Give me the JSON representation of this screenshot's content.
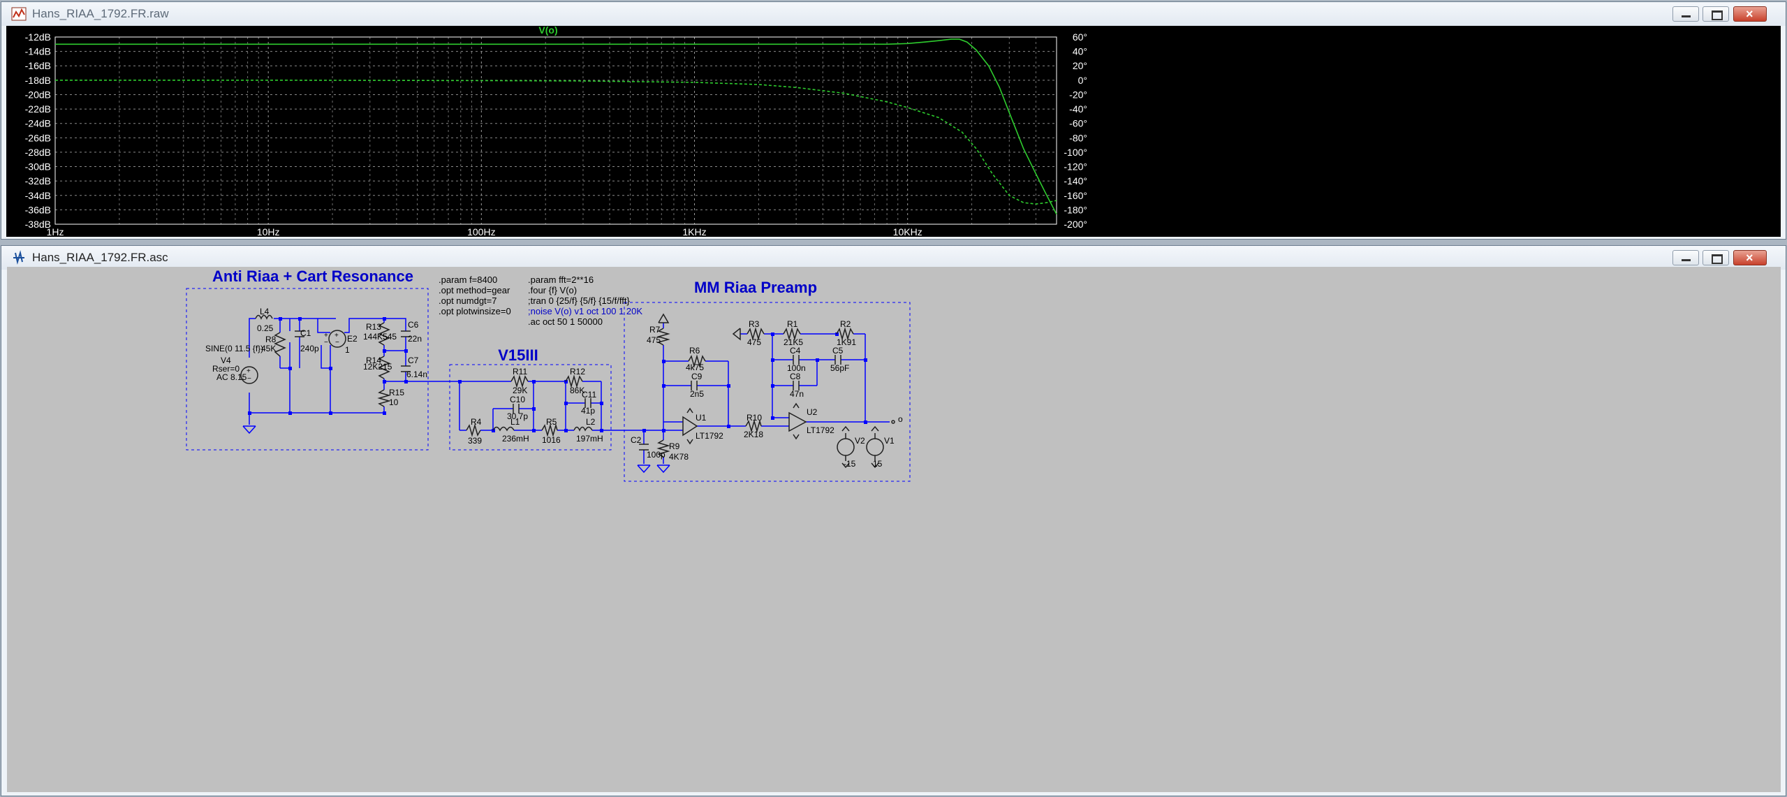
{
  "plot_window": {
    "title": "Hans_RIAA_1792.FR.raw",
    "trace_name": "V(o)",
    "y_left_ticks": [
      "-12dB",
      "-14dB",
      "-16dB",
      "-18dB",
      "-20dB",
      "-22dB",
      "-24dB",
      "-26dB",
      "-28dB",
      "-30dB",
      "-32dB",
      "-34dB",
      "-36dB",
      "-38dB"
    ],
    "y_right_ticks": [
      "60°",
      "40°",
      "20°",
      "0°",
      "-20°",
      "-40°",
      "-60°",
      "-80°",
      "-100°",
      "-120°",
      "-140°",
      "-160°",
      "-180°",
      "-200°"
    ],
    "x_ticks": [
      "1Hz",
      "10Hz",
      "100Hz",
      "1KHz",
      "10KHz"
    ]
  },
  "chart_data": {
    "type": "line",
    "title": "V(o)",
    "xscale": "log",
    "xlim": [
      1,
      50000
    ],
    "ylim_left": [
      -38,
      -12
    ],
    "ylim_right": [
      -200,
      60
    ],
    "grid": true,
    "series": [
      {
        "name": "V(o)",
        "axis": "left",
        "style": "solid",
        "color": "#2ecc2e",
        "x": [
          1,
          10,
          100,
          1000,
          3000,
          8000,
          10000,
          12000,
          14000,
          16000,
          17500,
          19000,
          21000,
          24000,
          27000,
          30000,
          35000,
          40000,
          45000,
          50000
        ],
        "y": [
          -13.0,
          -13.0,
          -13.0,
          -13.0,
          -13.0,
          -13.0,
          -12.9,
          -12.7,
          -12.5,
          -12.3,
          -12.3,
          -12.7,
          -13.8,
          -16.0,
          -19.0,
          -22.5,
          -27.5,
          -31.0,
          -34.0,
          -36.6
        ]
      },
      {
        "name": "phase",
        "axis": "right",
        "style": "dashed",
        "color": "#2ecc2e",
        "x": [
          1,
          10,
          100,
          300,
          1000,
          2000,
          3000,
          5000,
          8000,
          10000,
          14000,
          18000,
          21000,
          25000,
          30000,
          35000,
          40000,
          45000,
          50000
        ],
        "y": [
          0,
          0,
          -0.5,
          -1,
          -3,
          -6,
          -10,
          -18,
          -30,
          -38,
          -52,
          -72,
          -95,
          -130,
          -160,
          -170,
          -172,
          -170,
          -167
        ]
      }
    ]
  },
  "schematic_window": {
    "title": "Hans_RIAA_1792.FR.asc",
    "blocks": {
      "anti": "Anti Riaa + Cart Resonance",
      "v15": "V15III",
      "mm": "MM Riaa Preamp"
    },
    "directives_left": [
      ".param f=8400",
      ".opt method=gear",
      ".opt numdgt=7",
      ".opt plotwinsize=0"
    ],
    "directives_right": [
      ".param fft=2**16",
      ".four {f} V(o)",
      ";tran 0 {25/f} {5/f} {15/f/fft}",
      ";noise V(o) v1 oct 100 1 20K",
      ".ac oct 50 1 50000"
    ],
    "source_lines": [
      "SINE(0 11.5 {f})",
      "V4",
      "Rser=0",
      "AC 8.15"
    ],
    "labels": {
      "L4": "L4",
      "L4v": "0.25",
      "R8": "R8",
      "R8v": "45K",
      "C1": "C1",
      "C1v": "240p",
      "E2": "E2",
      "E2v": "1",
      "R13": "R13",
      "R13v": "144K545",
      "C6": "C6",
      "C6v": "22n",
      "R14": "R14",
      "R14v": "12K215",
      "C7": "C7",
      "C7v": "6.14n",
      "R15": "R15",
      "R15v": "10",
      "R11": "R11",
      "R11v": "29K",
      "R12": "R12",
      "R12v": "86K",
      "C10": "C10",
      "C10v": "30.7p",
      "C11": "C11",
      "C11v": "41p",
      "R4": "R4",
      "R4v": "339",
      "L1": "L1",
      "L1v": "236mH",
      "R5": "R5",
      "R5v": "1016",
      "L2": "L2",
      "L2v": "197mH",
      "R7": "R7",
      "R7v": "475",
      "R6": "R6",
      "R6v": "4k75",
      "C9": "C9",
      "C9v": "2n5",
      "U1": "U1",
      "U1v": "LT1792",
      "C2": "C2",
      "C2v": "100p",
      "R9": "R9",
      "R9v": "4K78",
      "R10": "R10",
      "R10v": "2K18",
      "R3": "R3",
      "R3v": "475",
      "R1": "R1",
      "R1v": "21K5",
      "R2": "R2",
      "R2v": "1K91",
      "C4": "C4",
      "C4v": "100n",
      "C5": "C5",
      "C5v": "56pF",
      "C8": "C8",
      "C8v": "47n",
      "U2": "U2",
      "U2v": "LT1792",
      "V2": "V2",
      "V2v": "-15",
      "V1": "V1",
      "V1v": "15",
      "out": "o"
    }
  },
  "colors": {
    "trace": "#2ecc2e",
    "wire": "#0000ff",
    "component": "#202020",
    "label_blue": "#0000c8",
    "schematic_bg": "#c0c0c0",
    "plot_bg": "#000000"
  }
}
